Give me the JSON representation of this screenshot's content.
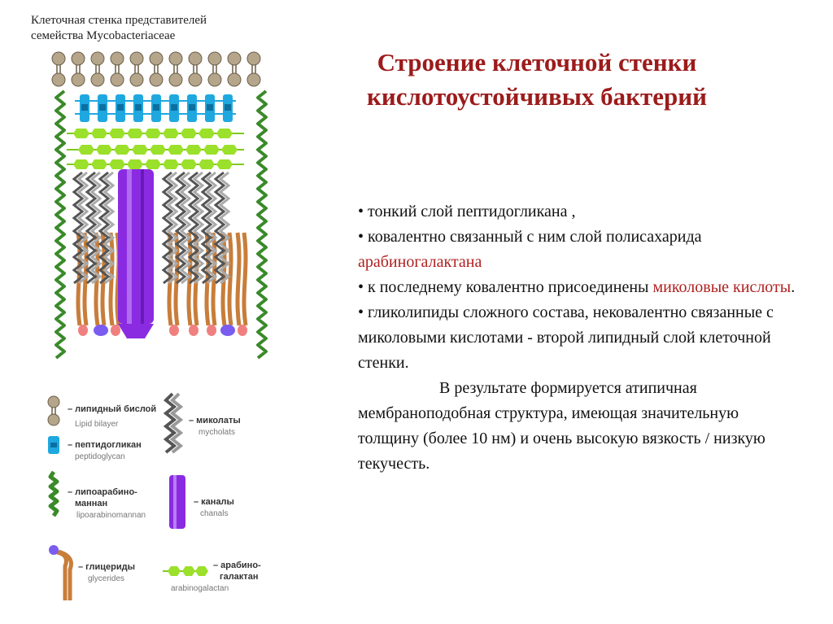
{
  "caption": {
    "line1": "Клеточная стенка представителей",
    "line2": "семейства Mycobacteriaceae"
  },
  "title": {
    "line1": "Строение клеточной стенки",
    "line2": "кислотоустойчивых бактерий"
  },
  "bullets": {
    "b1": "• тонкий слой пептидогликана ,",
    "b2_pre": "• ковалентно связанный с ним слой полисахарида ",
    "b2_hl": "арабиногалактана",
    "b3_pre": "• к последнему ковалентно присоединены ",
    "b3_hl": "миколовые кислоты",
    "b3_post": ".",
    "b4": "• гликолипиды сложного состава, нековалентно связанные с миколовыми кислотами - второй липидный слой клеточной стенки."
  },
  "result": {
    "line1": "В результате формируется атипичная",
    "rest": "мембраноподобная структура,  имеющая значительную толщину (более 10 нм) и очень высокую вязкость / низкую текучесть."
  },
  "legend": {
    "lipid_ru": "– липидный бислой",
    "lipid_en": "Lipid bilayer",
    "pg_ru": "– пептидогликан",
    "pg_en": "peptidoglycan",
    "lam_ru1": "– липоарабино-",
    "lam_ru2": "маннан",
    "lam_en": "lipoarabinomannan",
    "gly_ru": "– глицериды",
    "gly_en": "glycerides",
    "myc_ru": "– миколаты",
    "myc_en": "mycholats",
    "chan_ru": "– каналы",
    "chan_en": "chanals",
    "arab_ru1": "– арабино-",
    "arab_ru2": "галактан",
    "arab_en": "arabinogalactan"
  },
  "colors": {
    "title": "#9c1b1b",
    "highlight": "#b02020",
    "lipid_head": "#b5a58a",
    "peptidoglycan": "#1fa8e0",
    "arabinogalactan": "#9be02a",
    "lam_chain": "#3a8a2a",
    "mycolate": "#9a9a9a",
    "channel": "#8a2be2",
    "glyceride_tail": "#c87d3a",
    "glyceride_head_pink": "#f08080",
    "glyceride_head_violet": "#7a5cf0"
  }
}
